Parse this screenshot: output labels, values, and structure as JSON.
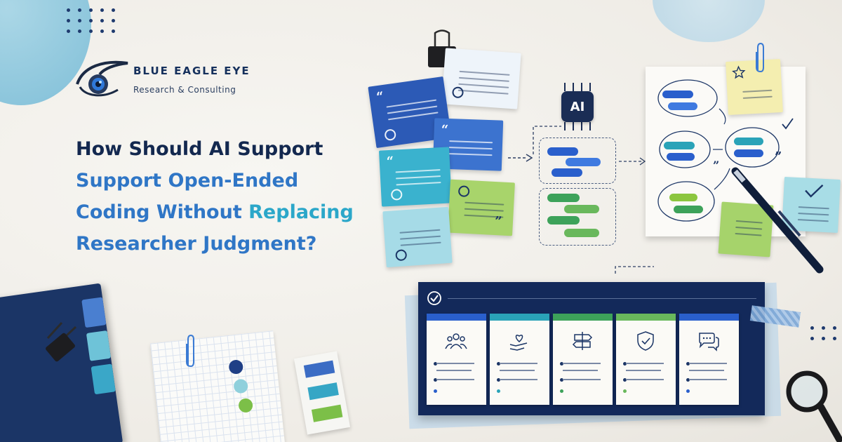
{
  "brand": {
    "name": "BLUE EAGLE EYE",
    "tagline": "Research & Consulting"
  },
  "headline": {
    "line1": "How Should AI Support",
    "line2_a": "Support Open-Ended",
    "line3_a": "Coding Without ",
    "line3_b": "Replacing",
    "line4": "Researcher Judgment?"
  },
  "diagram": {
    "chip_label": "AI",
    "quote_mark": "“",
    "close_quote": "”"
  },
  "dashboard": {
    "cards": [
      {
        "icon": "people-group-icon",
        "accent": "#2a5fcc"
      },
      {
        "icon": "heart-hand-icon",
        "accent": "#2aa3b8"
      },
      {
        "icon": "signpost-icon",
        "accent": "#3da25a"
      },
      {
        "icon": "shield-check-icon",
        "accent": "#69b85c"
      },
      {
        "icon": "chat-bubbles-icon",
        "accent": "#2a5fcc"
      }
    ]
  },
  "colors": {
    "navy": "#13284f",
    "blue": "#2f76c6",
    "teal": "#2ba7c9",
    "green": "#8cc63f"
  }
}
